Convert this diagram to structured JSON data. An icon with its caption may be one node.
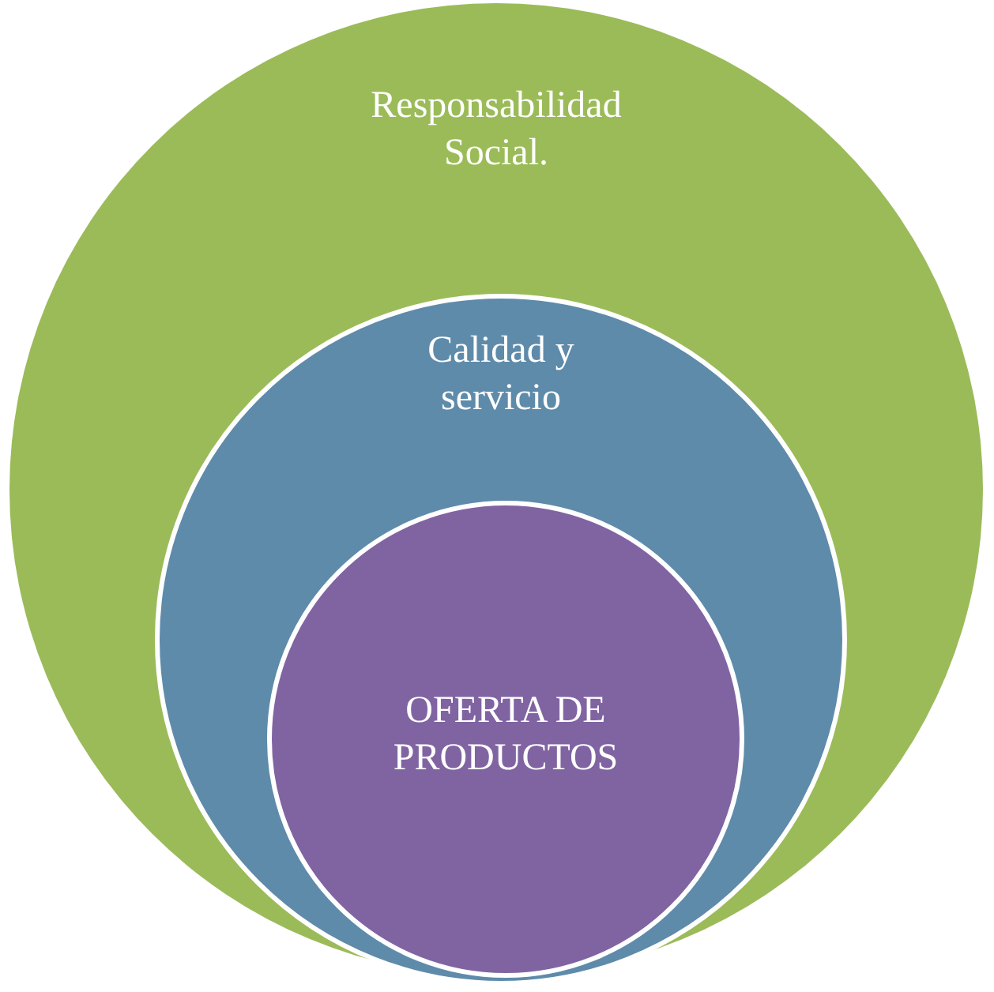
{
  "diagram": {
    "nodes": [
      {
        "text": [
          "Responsabilidad Social."
        ]
      },
      {
        "text": [
          "Calidad y servicio"
        ],
        "in": 0
      },
      {
        "text": [
          "OFERTA DE PRODUCTOS"
        ],
        "in": 1
      }
    ]
  }
}
